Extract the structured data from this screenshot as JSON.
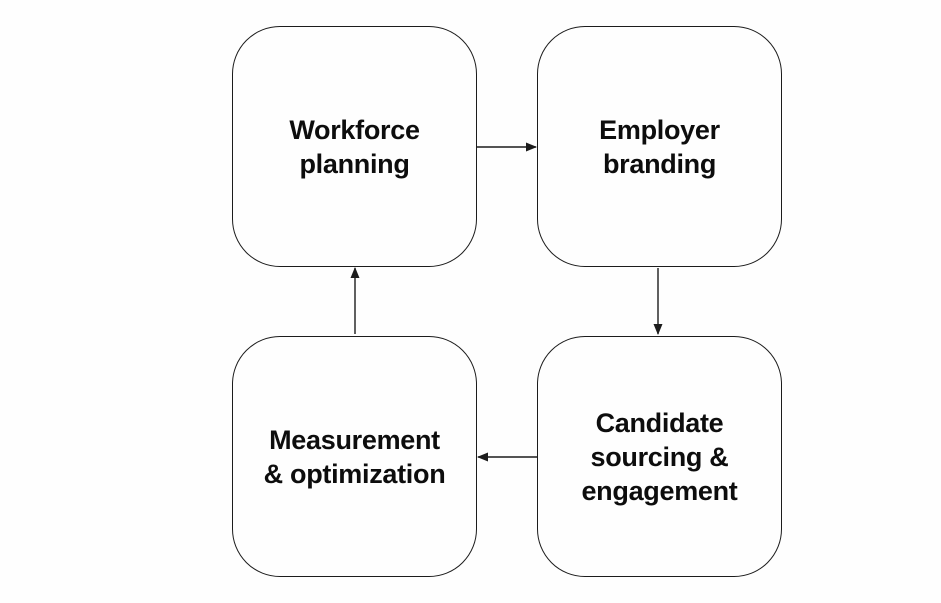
{
  "diagram": {
    "title": "",
    "background_color": "#fefefe",
    "node_border_color": "#1c1c1c",
    "node_fill_color": "#fefefe",
    "text_color": "#0d0d0d",
    "arrow_color": "#1c1c1c",
    "nodes": [
      {
        "id": "workforce-planning",
        "label": "Workforce planning",
        "lines": [
          "Workforce",
          "planning"
        ],
        "position": "top-left"
      },
      {
        "id": "employer-branding",
        "label": "Employer branding",
        "lines": [
          "Employer",
          "branding"
        ],
        "position": "top-right"
      },
      {
        "id": "candidate-sourcing-engagement",
        "label": "Candidate sourcing & engagement",
        "lines": [
          "Candidate",
          "sourcing &",
          "engagement"
        ],
        "position": "bottom-right"
      },
      {
        "id": "measurement-optimization",
        "label": "Measurement & optimization",
        "lines": [
          "Measurement",
          "& optimization"
        ],
        "position": "bottom-left"
      }
    ],
    "edges": [
      {
        "from": "workforce-planning",
        "to": "employer-branding",
        "direction": "right"
      },
      {
        "from": "employer-branding",
        "to": "candidate-sourcing-engagement",
        "direction": "down"
      },
      {
        "from": "candidate-sourcing-engagement",
        "to": "measurement-optimization",
        "direction": "left"
      },
      {
        "from": "measurement-optimization",
        "to": "workforce-planning",
        "direction": "up"
      }
    ]
  }
}
